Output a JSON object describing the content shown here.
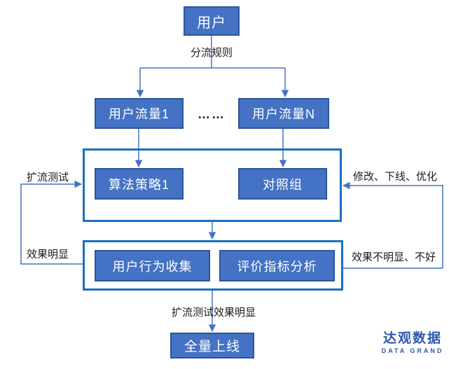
{
  "diagram": {
    "nodes": {
      "user": "用户",
      "traffic1": "用户流量1",
      "trafficN": "用户流量N",
      "dots": "……",
      "strategy1": "算法策略1",
      "control_group": "对照组",
      "behavior_collect": "用户行为收集",
      "metric_analysis": "评价指标分析",
      "full_launch": "全量上线"
    },
    "labels": {
      "split_rule": "分流规则",
      "expand_test": "扩流测试",
      "modify_offline_optimize": "修改、下线、优化",
      "effect_obvious": "效果明显",
      "effect_not_obvious": "效果不明显、不好",
      "expand_test_effect_obvious": "扩流测试效果明显"
    }
  },
  "logo": {
    "cn": "达观数据",
    "en": "DATA GRAND"
  },
  "colors": {
    "node_fill": "#4472C4",
    "node_border": "#2F5597",
    "container_border": "#1B6FC0",
    "connector": "#4472C4",
    "label_text": "#1a1a1a",
    "logo_blue": "#2B5AA9",
    "background": "#ffffff"
  }
}
